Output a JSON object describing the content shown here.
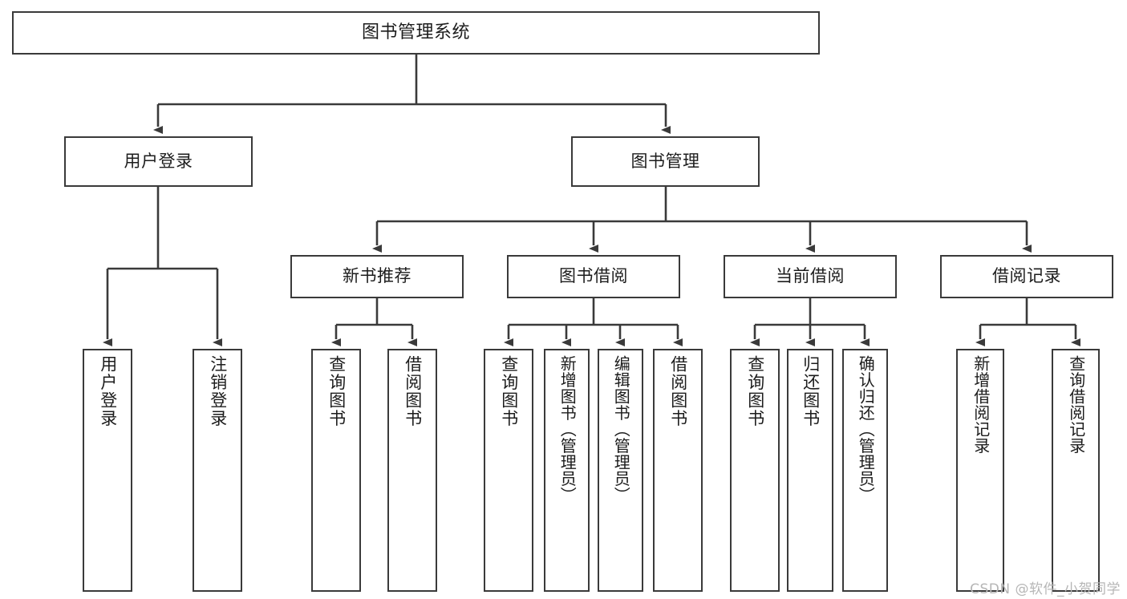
{
  "diagram": {
    "title": "图书管理系统",
    "watermark": "CSDN @软件_小贺同学",
    "line_color": "#3a3a3a",
    "box_fill": "#ffffff",
    "text_color": "#1c1c1c",
    "watermark_color": "#b6b6b6"
  },
  "root": {
    "label": "图书管理系统"
  },
  "level2": [
    {
      "label": "用户登录"
    },
    {
      "label": "图书管理"
    }
  ],
  "level3": [
    {
      "label": "新书推荐"
    },
    {
      "label": "图书借阅"
    },
    {
      "label": "当前借阅"
    },
    {
      "label": "借阅记录"
    }
  ],
  "leaves": {
    "user_login": [
      {
        "label": "用户登录"
      },
      {
        "label": "注销登录"
      }
    ],
    "new_book_recommend": [
      {
        "label": "查询图书"
      },
      {
        "label": "借阅图书"
      }
    ],
    "book_borrow": [
      {
        "label": "查询图书"
      },
      {
        "label": "新增图书（管理员）"
      },
      {
        "label": "编辑图书（管理员）"
      },
      {
        "label": "借阅图书"
      }
    ],
    "current_borrow": [
      {
        "label": "查询图书"
      },
      {
        "label": "归还图书"
      },
      {
        "label": "确认归还（管理员）"
      }
    ],
    "borrow_record": [
      {
        "label": "新增借阅记录"
      },
      {
        "label": "查询借阅记录"
      }
    ]
  }
}
